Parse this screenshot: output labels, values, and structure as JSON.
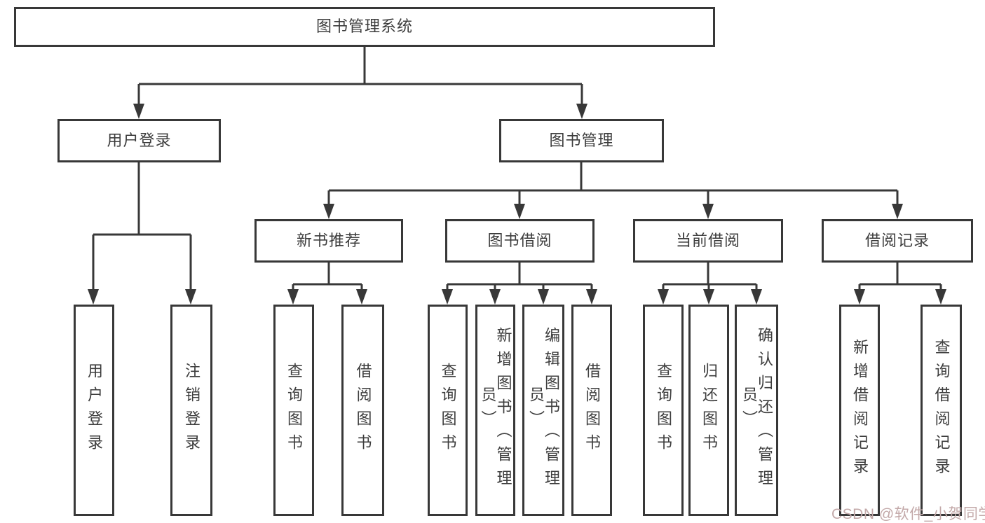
{
  "diagram": {
    "root": "图书管理系统",
    "branches": [
      {
        "label": "用户登录",
        "children": [
          "用户登录",
          "注销登录"
        ]
      },
      {
        "label": "图书管理",
        "groups": [
          {
            "label": "新书推荐",
            "children": [
              "查询图书",
              "借阅图书"
            ]
          },
          {
            "label": "图书借阅",
            "children": [
              "查询图书",
              "新增图书（管理员）",
              "编辑图书（管理员）",
              "借阅图书"
            ]
          },
          {
            "label": "当前借阅",
            "children": [
              "查询图书",
              "归还图书",
              "确认归还（管理员）"
            ]
          },
          {
            "label": "借阅记录",
            "children": [
              "新增借阅记录",
              "查询借阅记录"
            ]
          }
        ]
      }
    ]
  },
  "watermark": {
    "text": "CSDN @软件_小贺同学",
    "color": "#c3a9a9"
  },
  "colors": {
    "line": "#383838",
    "box_border": "#383838",
    "text": "#3d3d3d",
    "background": "#ffffff"
  }
}
